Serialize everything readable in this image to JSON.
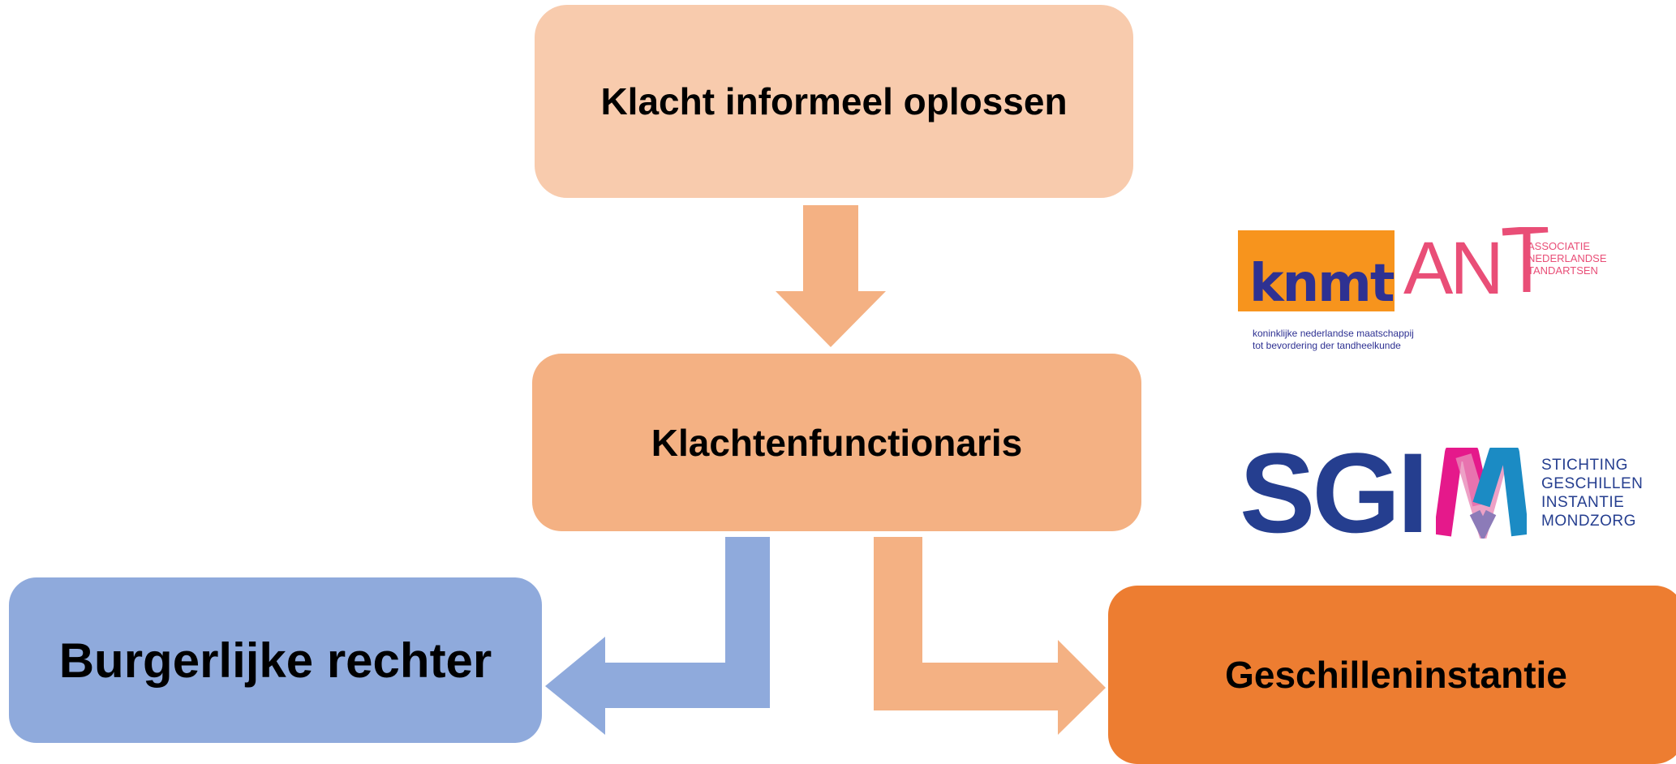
{
  "boxes": {
    "top": "Klacht informeel oplossen",
    "middle": "Klachtenfunctionaris",
    "left": "Burgerlijke rechter",
    "right": "Geschilleninstantie"
  },
  "logos": {
    "knmt": {
      "word": "knmt",
      "tagline_line1": "koninklijke nederlandse maatschappij",
      "tagline_line2": "tot bevordering der tandheelkunde"
    },
    "ant": {
      "word": "AN",
      "tagline_line1": "ASSOCIATIE",
      "tagline_line2": "NEDERLANDSE",
      "tagline_line3": "TANDARTSEN"
    },
    "sgim": {
      "word": "SGI",
      "tagline_line1": "STICHTING",
      "tagline_line2": "GESCHILLEN",
      "tagline_line3": "INSTANTIE",
      "tagline_line4": "MONDZORG"
    }
  },
  "colors": {
    "top_box": "#F8CBAD",
    "middle_box": "#F4B183",
    "left_box": "#8FAADC",
    "right_box": "#ED7D31",
    "arrow_orange": "#F4B183",
    "arrow_blue": "#8FAADC"
  }
}
